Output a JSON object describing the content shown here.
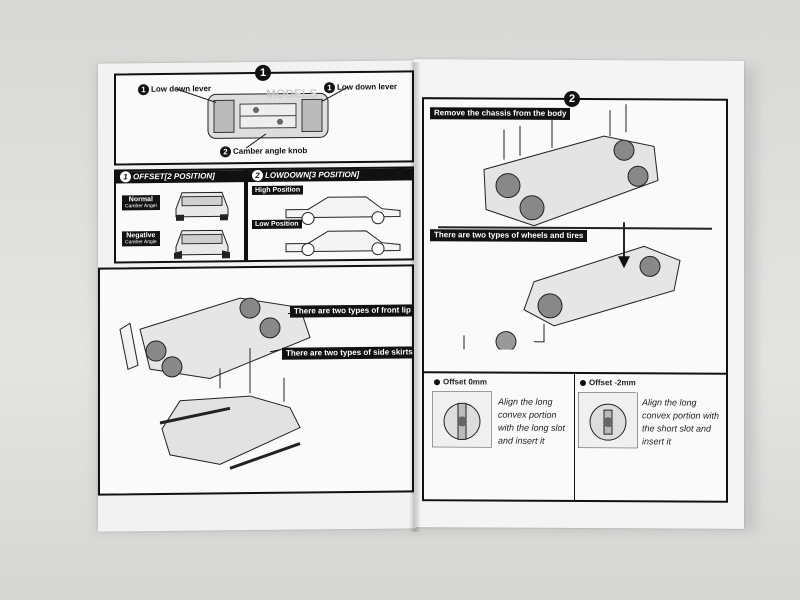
{
  "left_page": {
    "step_number": "1",
    "callouts": {
      "low_down_lever_left": "Low down lever",
      "low_down_lever_right": "Low down lever",
      "camber_angle_knob": "Camber angle knob",
      "num_1": "1",
      "num_2": "2"
    },
    "offset_panel": {
      "num": "1",
      "title": "OFFSET[2 POSITION]",
      "normal_label": "Normal",
      "normal_sub": "Camber Angel",
      "negative_label": "Negative",
      "negative_sub": "Camber Angle"
    },
    "lowdown_panel": {
      "num": "2",
      "title": "LOWDOWN[3 POSITION]",
      "high_label": "High Position",
      "low_label": "Low Position"
    },
    "parts_panel": {
      "front_lip": "There are two types of front lip",
      "side_skirts": "There are two types of side skirts"
    }
  },
  "right_page": {
    "step_number": "2",
    "remove_label": "Remove the chassis from the body",
    "wheels_label": "There are two types of wheels and tires",
    "offset_0": {
      "heading": "Offset 0mm",
      "note": [
        "Align the long",
        "convex portion",
        "with the long slot",
        "and insert it"
      ]
    },
    "offset_2": {
      "heading": "Offset -2mm",
      "note": [
        "Align the long",
        "convex portion with",
        "the short slot and",
        "insert it"
      ]
    }
  }
}
